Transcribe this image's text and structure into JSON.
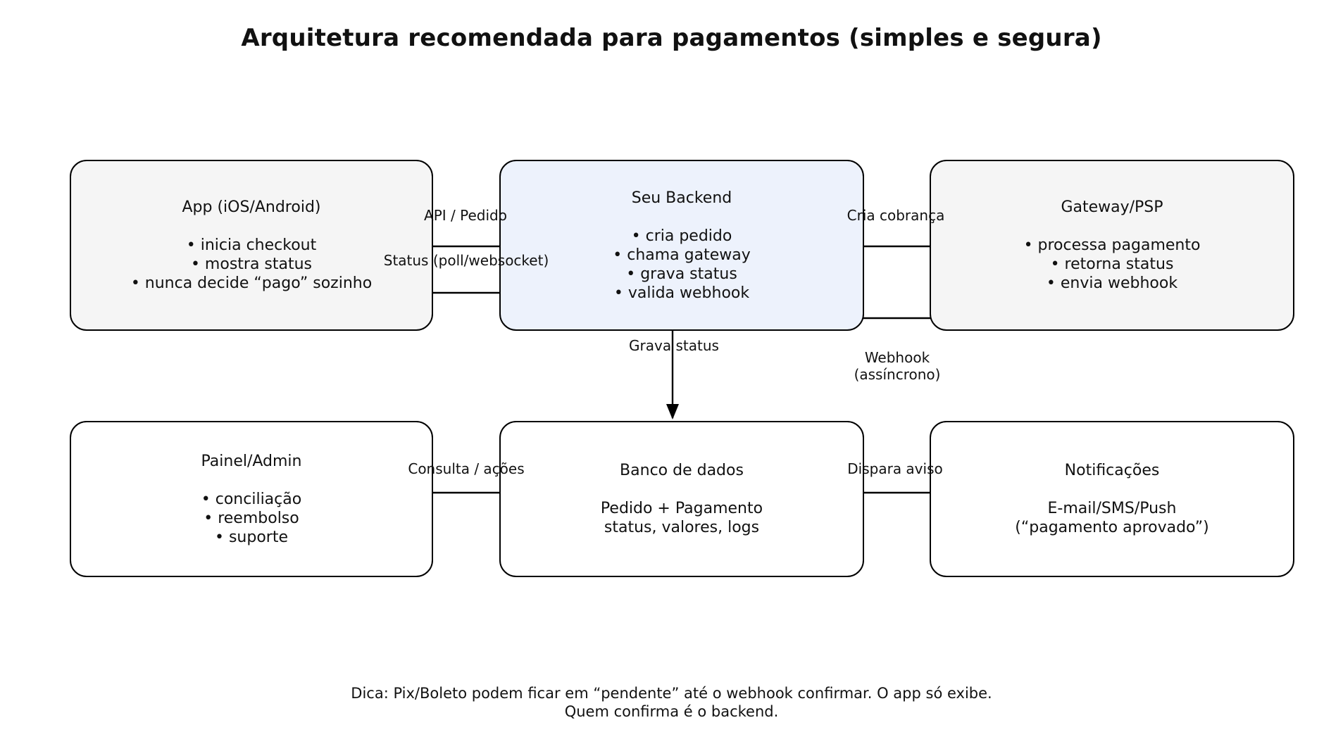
{
  "title": "Arquitetura recomendada para pagamentos (simples e segura)",
  "nodes": {
    "app": {
      "title": "App (iOS/Android)",
      "lines": [
        "• inicia checkout",
        "• mostra status",
        "• nunca decide “pago” sozinho"
      ]
    },
    "backend": {
      "title": "Seu Backend",
      "lines": [
        "• cria pedido",
        "• chama gateway",
        "• grava status",
        "• valida webhook"
      ]
    },
    "gateway": {
      "title": "Gateway/PSP",
      "lines": [
        "• processa pagamento",
        "• retorna status",
        "• envia webhook"
      ]
    },
    "admin": {
      "title": "Painel/Admin",
      "lines": [
        "• conciliação",
        "• reembolso",
        "• suporte"
      ]
    },
    "database": {
      "title": "Banco de dados",
      "lines": [
        "Pedido + Pagamento",
        "status, valores, logs"
      ]
    },
    "notifications": {
      "title": "Notificações",
      "lines": [
        "E-mail/SMS/Push",
        "(“pagamento aprovado”)"
      ]
    }
  },
  "edge_labels": {
    "api_pedido": "API / Pedido",
    "status_poll": "Status (poll/websocket)",
    "cria_cobranca": "Cria cobrança",
    "grava_status": "Grava status",
    "webhook_line1": "Webhook",
    "webhook_line2": "(assíncrono)",
    "consulta_acoes": "Consulta / ações",
    "dispara_aviso": "Dispara aviso"
  },
  "note": {
    "line1": "Dica: Pix/Boleto podem ficar em “pendente” até o webhook confirmar. O app só exibe.",
    "line2": "Quem confirma é o backend."
  },
  "colors": {
    "node-default-bg": "#f5f5f5",
    "node-backend-bg": "#edf2fc",
    "node-bottom-bg": "#ffffff",
    "line": "#000000",
    "text": "#111111"
  }
}
